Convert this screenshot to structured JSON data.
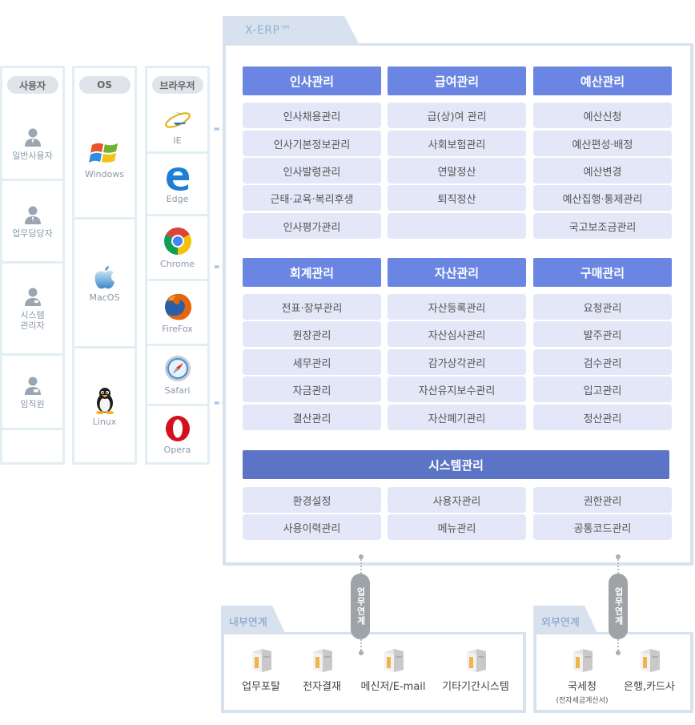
{
  "columns": {
    "users": {
      "header": "사용자",
      "items": [
        "일반사용자",
        "업무담당자",
        "시스템\n관리자",
        "임직원"
      ]
    },
    "os": {
      "header": "OS",
      "items": [
        "Windows",
        "MacOS",
        "Linux"
      ]
    },
    "browser": {
      "header": "브라우저",
      "items": [
        "IE",
        "Edge",
        "Chrome",
        "FireFox",
        "Safari",
        "Opera"
      ]
    }
  },
  "erp": {
    "title": "X-ERP™",
    "modules": [
      {
        "name": "인사관리",
        "items": [
          "인사채용관리",
          "인사기본정보관리",
          "인사발령관리",
          "근태·교육·복리후생",
          "인사평가관리"
        ]
      },
      {
        "name": "급여관리",
        "items": [
          "급(상)여 관리",
          "사회보험관리",
          "연말정산",
          "퇴직정산",
          ""
        ]
      },
      {
        "name": "예산관리",
        "items": [
          "예산신청",
          "예산편성·배정",
          "예산변경",
          "예산집행·통제관리",
          "국고보조금관리"
        ]
      },
      {
        "name": "회계관리",
        "items": [
          "전표·장부관리",
          "원장관리",
          "세무관리",
          "자금관리",
          "결산관리"
        ]
      },
      {
        "name": "자산관리",
        "items": [
          "자산등록관리",
          "자산심사관리",
          "감가상각관리",
          "자산유지보수관리",
          "자산폐기관리"
        ]
      },
      {
        "name": "구매관리",
        "items": [
          "요청관리",
          "발주관리",
          "검수관리",
          "입고관리",
          "정산관리"
        ]
      }
    ],
    "system": {
      "name": "시스템관리",
      "items": [
        "환경설정",
        "사용자관리",
        "권한관리",
        "사용이력관리",
        "메뉴관리",
        "공통코드관리"
      ]
    }
  },
  "internal": {
    "title": "내부연계",
    "link_label": "업무연계",
    "items": [
      {
        "label": "업무포탈"
      },
      {
        "label": "전자결재"
      },
      {
        "label": "메신저/E-mail"
      },
      {
        "label": "기타기간시스템"
      }
    ]
  },
  "external": {
    "title": "외부연계",
    "link_label": "업무연계",
    "items": [
      {
        "label": "국세청",
        "sub": "(전자세금계산서)"
      },
      {
        "label": "은행,카드사"
      }
    ]
  },
  "colors": {
    "module_header": "#6b86e2",
    "system_header": "#5c74c6",
    "item_bg": "#e3e7f7",
    "frame": "#d8e2ee",
    "panel_border": "#e2eef2"
  }
}
